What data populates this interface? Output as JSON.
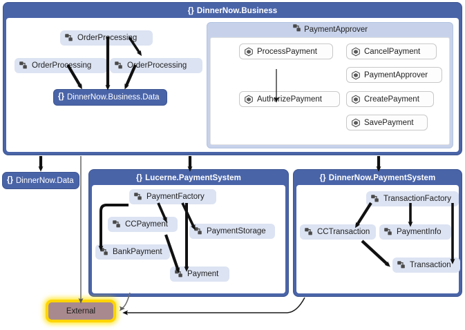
{
  "diagram": {
    "title": "DinnerNow.Business code map",
    "colors": {
      "namespace_fill": "#4A64A8",
      "namespace_text": "#FFFFFF",
      "group_fill": "#C7D2EA",
      "type_node_fill": "#DCE3F2",
      "method_node_fill": "#FDFDFD",
      "external_fill": "#A88A8E",
      "external_border": "#FFD400",
      "arrow_black": "#111111",
      "arrow_gray": "#6E6E6E"
    }
  },
  "containers": {
    "business": {
      "name_glyph": "{}",
      "title": "DinnerNow.Business"
    },
    "lucerne": {
      "name_glyph": "{}",
      "title": "Lucerne.PaymentSystem"
    },
    "dinnernow_payment": {
      "name_glyph": "{}",
      "title": "DinnerNow.PaymentSystem"
    }
  },
  "groups": {
    "payment_approver": {
      "title": "PaymentApprover",
      "icon": "type-icon"
    }
  },
  "nodes": {
    "business_types": [
      {
        "label": "OrderProcessing",
        "icon": "type-icon"
      },
      {
        "label": "OrderProcessing",
        "icon": "type-icon"
      },
      {
        "label": "OrderProcessing",
        "icon": "type-icon"
      }
    ],
    "business_data_ns": {
      "glyph": "{}",
      "label": "DinnerNow.Business.Data"
    },
    "dinnernow_data_ns": {
      "glyph": "{}",
      "label": "DinnerNow.Data"
    },
    "payment_approver_methods": [
      {
        "label": "ProcessPayment",
        "icon": "method-icon"
      },
      {
        "label": "AuthorizePayment",
        "icon": "method-icon"
      },
      {
        "label": "CancelPayment",
        "icon": "method-icon"
      },
      {
        "label": "PaymentApprover",
        "icon": "method-icon"
      },
      {
        "label": "CreatePayment",
        "icon": "method-icon"
      },
      {
        "label": "SavePayment",
        "icon": "method-icon"
      }
    ],
    "lucerne_types": [
      {
        "label": "PaymentFactory",
        "icon": "type-icon"
      },
      {
        "label": "CCPayment",
        "icon": "type-icon"
      },
      {
        "label": "PaymentStorage",
        "icon": "type-icon"
      },
      {
        "label": "BankPayment",
        "icon": "type-icon"
      },
      {
        "label": "Payment",
        "icon": "type-icon"
      }
    ],
    "dinnernow_payment_types": [
      {
        "label": "TransactionFactory",
        "icon": "type-icon"
      },
      {
        "label": "CCTransaction",
        "icon": "type-icon"
      },
      {
        "label": "PaymentInfo",
        "icon": "type-icon"
      },
      {
        "label": "Transaction",
        "icon": "type-icon"
      }
    ],
    "external": {
      "label": "External"
    }
  },
  "edges": [
    {
      "from": "OrderProcessing (top)",
      "to": "DinnerNow.Business.Data",
      "style": "thick-black"
    },
    {
      "from": "OrderProcessing (top)",
      "to": "OrderProcessing (right)",
      "style": "thick-black"
    },
    {
      "from": "OrderProcessing (left)",
      "to": "DinnerNow.Business.Data",
      "style": "thick-black"
    },
    {
      "from": "OrderProcessing (right)",
      "to": "DinnerNow.Business.Data",
      "style": "thick-black"
    },
    {
      "from": "ProcessPayment",
      "to": "AuthorizePayment",
      "style": "thin-black"
    },
    {
      "from": "DinnerNow.Business",
      "to": "DinnerNow.Data",
      "style": "thick-black"
    },
    {
      "from": "DinnerNow.Business",
      "to": "Lucerne.PaymentSystem",
      "style": "thick-black"
    },
    {
      "from": "DinnerNow.Business",
      "to": "DinnerNow.PaymentSystem",
      "style": "thick-black"
    },
    {
      "from": "DinnerNow.Business",
      "to": "External",
      "style": "thin-gray"
    },
    {
      "from": "PaymentFactory",
      "to": "BankPayment",
      "style": "thick-black"
    },
    {
      "from": "PaymentFactory",
      "to": "CCPayment",
      "style": "thick-black"
    },
    {
      "from": "PaymentFactory",
      "to": "PaymentStorage",
      "style": "thick-black"
    },
    {
      "from": "PaymentFactory",
      "to": "Payment",
      "style": "thick-black"
    },
    {
      "from": "CCPayment",
      "to": "Payment",
      "style": "thick-black"
    },
    {
      "from": "Lucerne.PaymentSystem",
      "to": "External",
      "style": "thin-gray-curve"
    },
    {
      "from": "TransactionFactory",
      "to": "CCTransaction",
      "style": "thick-black"
    },
    {
      "from": "TransactionFactory",
      "to": "PaymentInfo",
      "style": "thick-black"
    },
    {
      "from": "TransactionFactory",
      "to": "Transaction",
      "style": "thick-black"
    },
    {
      "from": "CCTransaction",
      "to": "Transaction",
      "style": "thick-black"
    },
    {
      "from": "DinnerNow.PaymentSystem",
      "to": "External",
      "style": "thin-black-curve"
    }
  ]
}
